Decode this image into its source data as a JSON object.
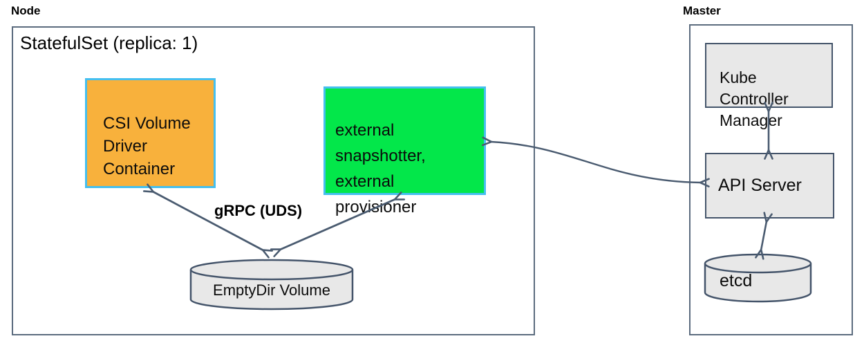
{
  "node": {
    "label": "Node",
    "statefulset": "StatefulSet (replica: 1)",
    "csi_container": "CSI Volume\nDriver\nContainer",
    "external_sidecars": "external\nsnapshotter,\nexternal\nprovisioner",
    "grpc": "gRPC (UDS)",
    "emptydir": "EmptyDir Volume"
  },
  "master": {
    "label": "Master",
    "kube_controller_manager": "Kube\nController\nManager",
    "api_server": "API Server",
    "etcd": "etcd"
  },
  "colors": {
    "csi_fill": "#f8b13c",
    "sidecar_fill": "#03e74a",
    "colored_border": "#45bfef",
    "gray_fill": "#e8e8e8",
    "dark_outline": "#44546a",
    "arrow": "#4a5b70",
    "outer_border": "#5b6b7e"
  }
}
